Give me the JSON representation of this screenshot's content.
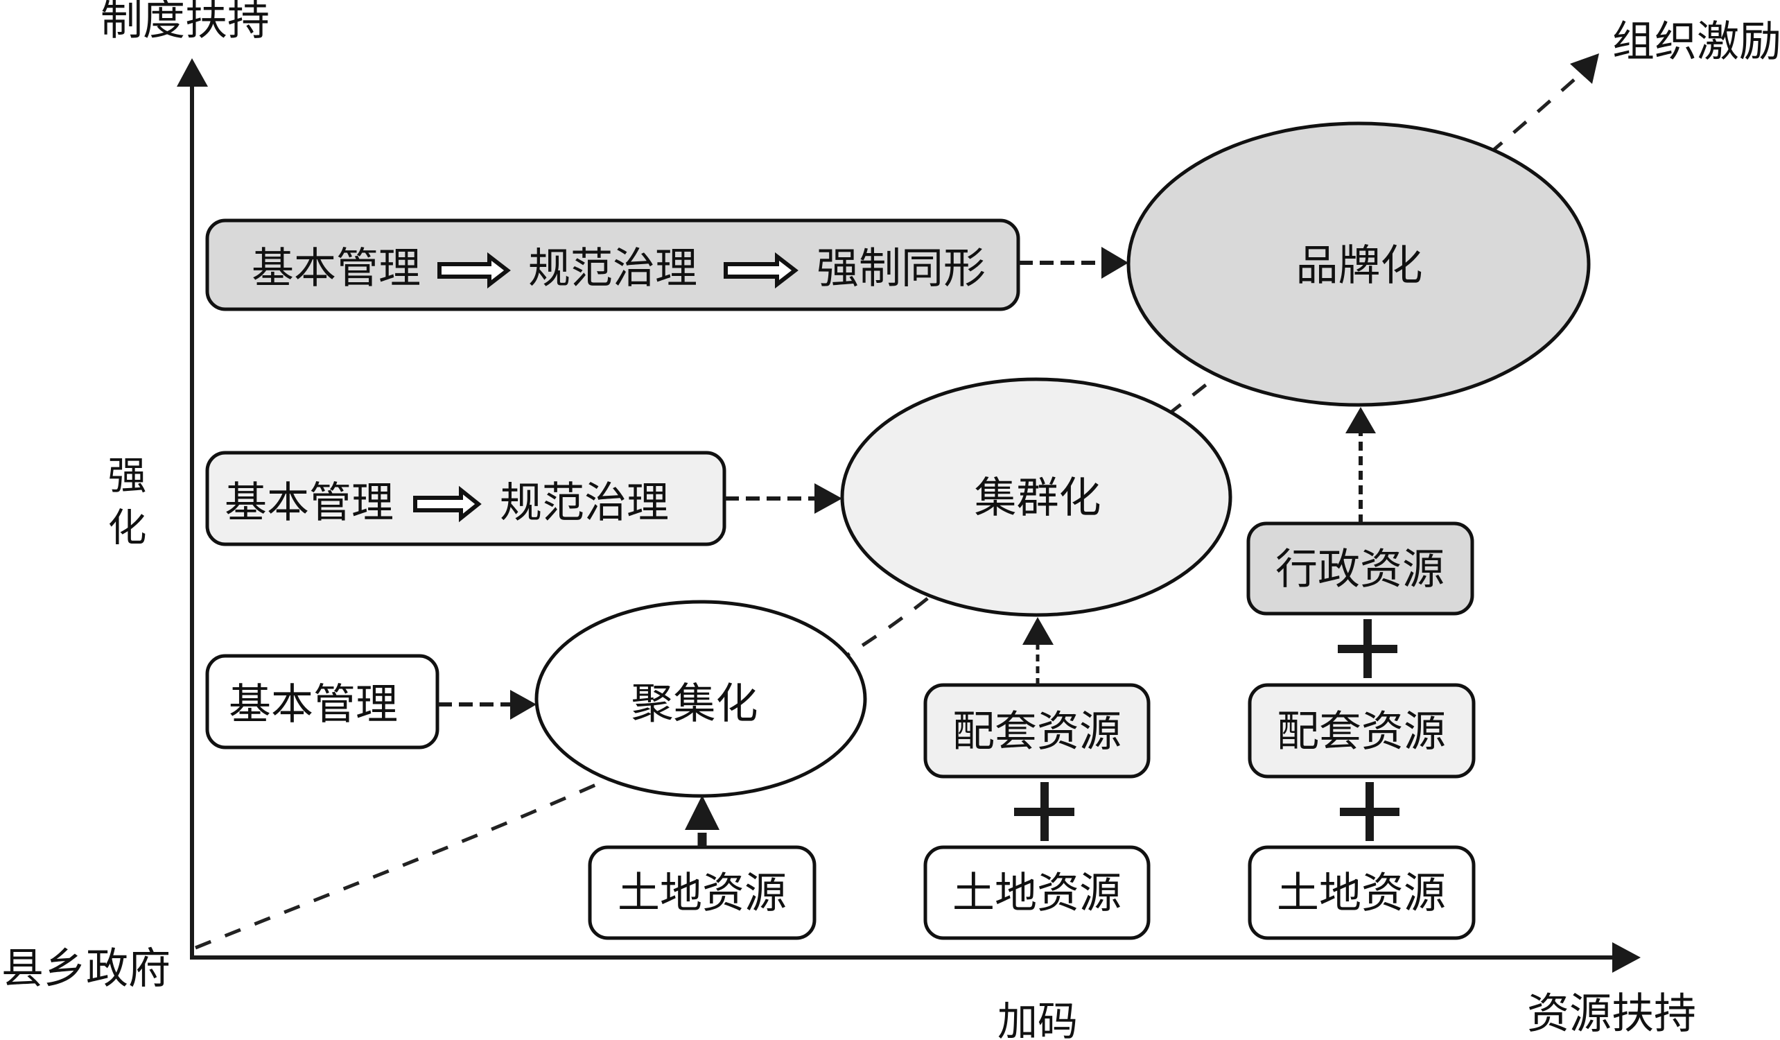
{
  "axes": {
    "y_axis_label": "制度扶持",
    "y_axis_modifier": "强化",
    "x_axis_label": "资源扶持",
    "x_axis_modifier": "加码",
    "origin_label": "县乡政府",
    "trajectory_label": "组织激励"
  },
  "institution_boxes": [
    {
      "steps": [
        "基本管理"
      ],
      "leads_to": "聚集化"
    },
    {
      "steps": [
        "基本管理",
        "规范治理"
      ],
      "leads_to": "集群化"
    },
    {
      "steps": [
        "基本管理",
        "规范治理",
        "强制同形"
      ],
      "leads_to": "品牌化"
    }
  ],
  "stages": [
    {
      "label": "聚集化"
    },
    {
      "label": "集群化"
    },
    {
      "label": "品牌化"
    }
  ],
  "resource_columns": [
    {
      "stage": "聚集化",
      "resources": [
        "土地资源"
      ]
    },
    {
      "stage": "集群化",
      "resources": [
        "配套资源",
        "土地资源"
      ]
    },
    {
      "stage": "品牌化",
      "resources": [
        "行政资源",
        "配套资源",
        "土地资源"
      ]
    }
  ],
  "colors": {
    "dark_fill": "#d9d9d9",
    "light_fill": "#f0f0f0",
    "white_fill": "#ffffff",
    "stroke": "#111111"
  }
}
